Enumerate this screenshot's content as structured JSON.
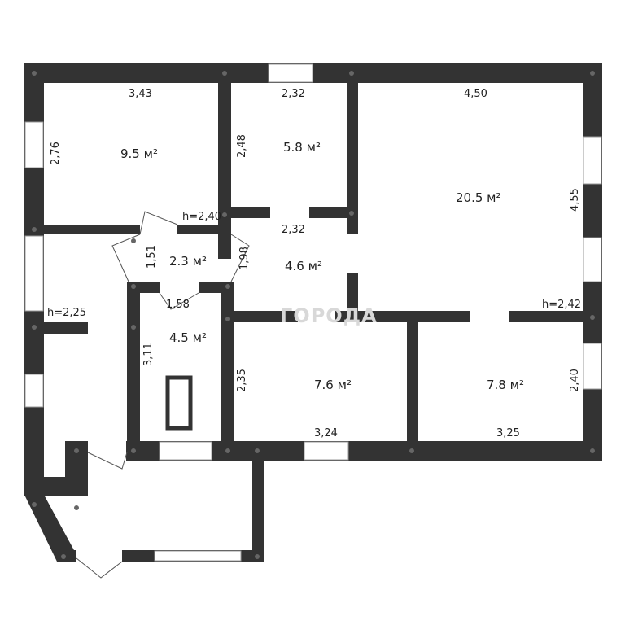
{
  "watermark": "ГОРОДА",
  "rooms": [
    {
      "id": "room-1",
      "area": "9.5 м²"
    },
    {
      "id": "room-2",
      "area": "5.8 м²"
    },
    {
      "id": "room-3",
      "area": "20.5 м²"
    },
    {
      "id": "room-4",
      "area": "2.3 м²"
    },
    {
      "id": "room-5",
      "area": "4.6 м²"
    },
    {
      "id": "room-6",
      "area": "4.5 м²"
    },
    {
      "id": "room-7",
      "area": "7.6 м²"
    },
    {
      "id": "room-8",
      "area": "7.8 м²"
    }
  ],
  "dimensions": {
    "d1": "3,43",
    "d2": "2,32",
    "d3": "4,50",
    "d4": "2,76",
    "d5": "2,48",
    "d6": "4,55",
    "d7": "h=2,40",
    "d8": "2,32",
    "d9": "1,51",
    "d10": "1,98",
    "d11": "h=2,25",
    "d12": "1,58",
    "d13": "h=2,42",
    "d14": "3,11",
    "d15": "2,35",
    "d16": "2,40",
    "d17": "3,24",
    "d18": "3,25"
  }
}
